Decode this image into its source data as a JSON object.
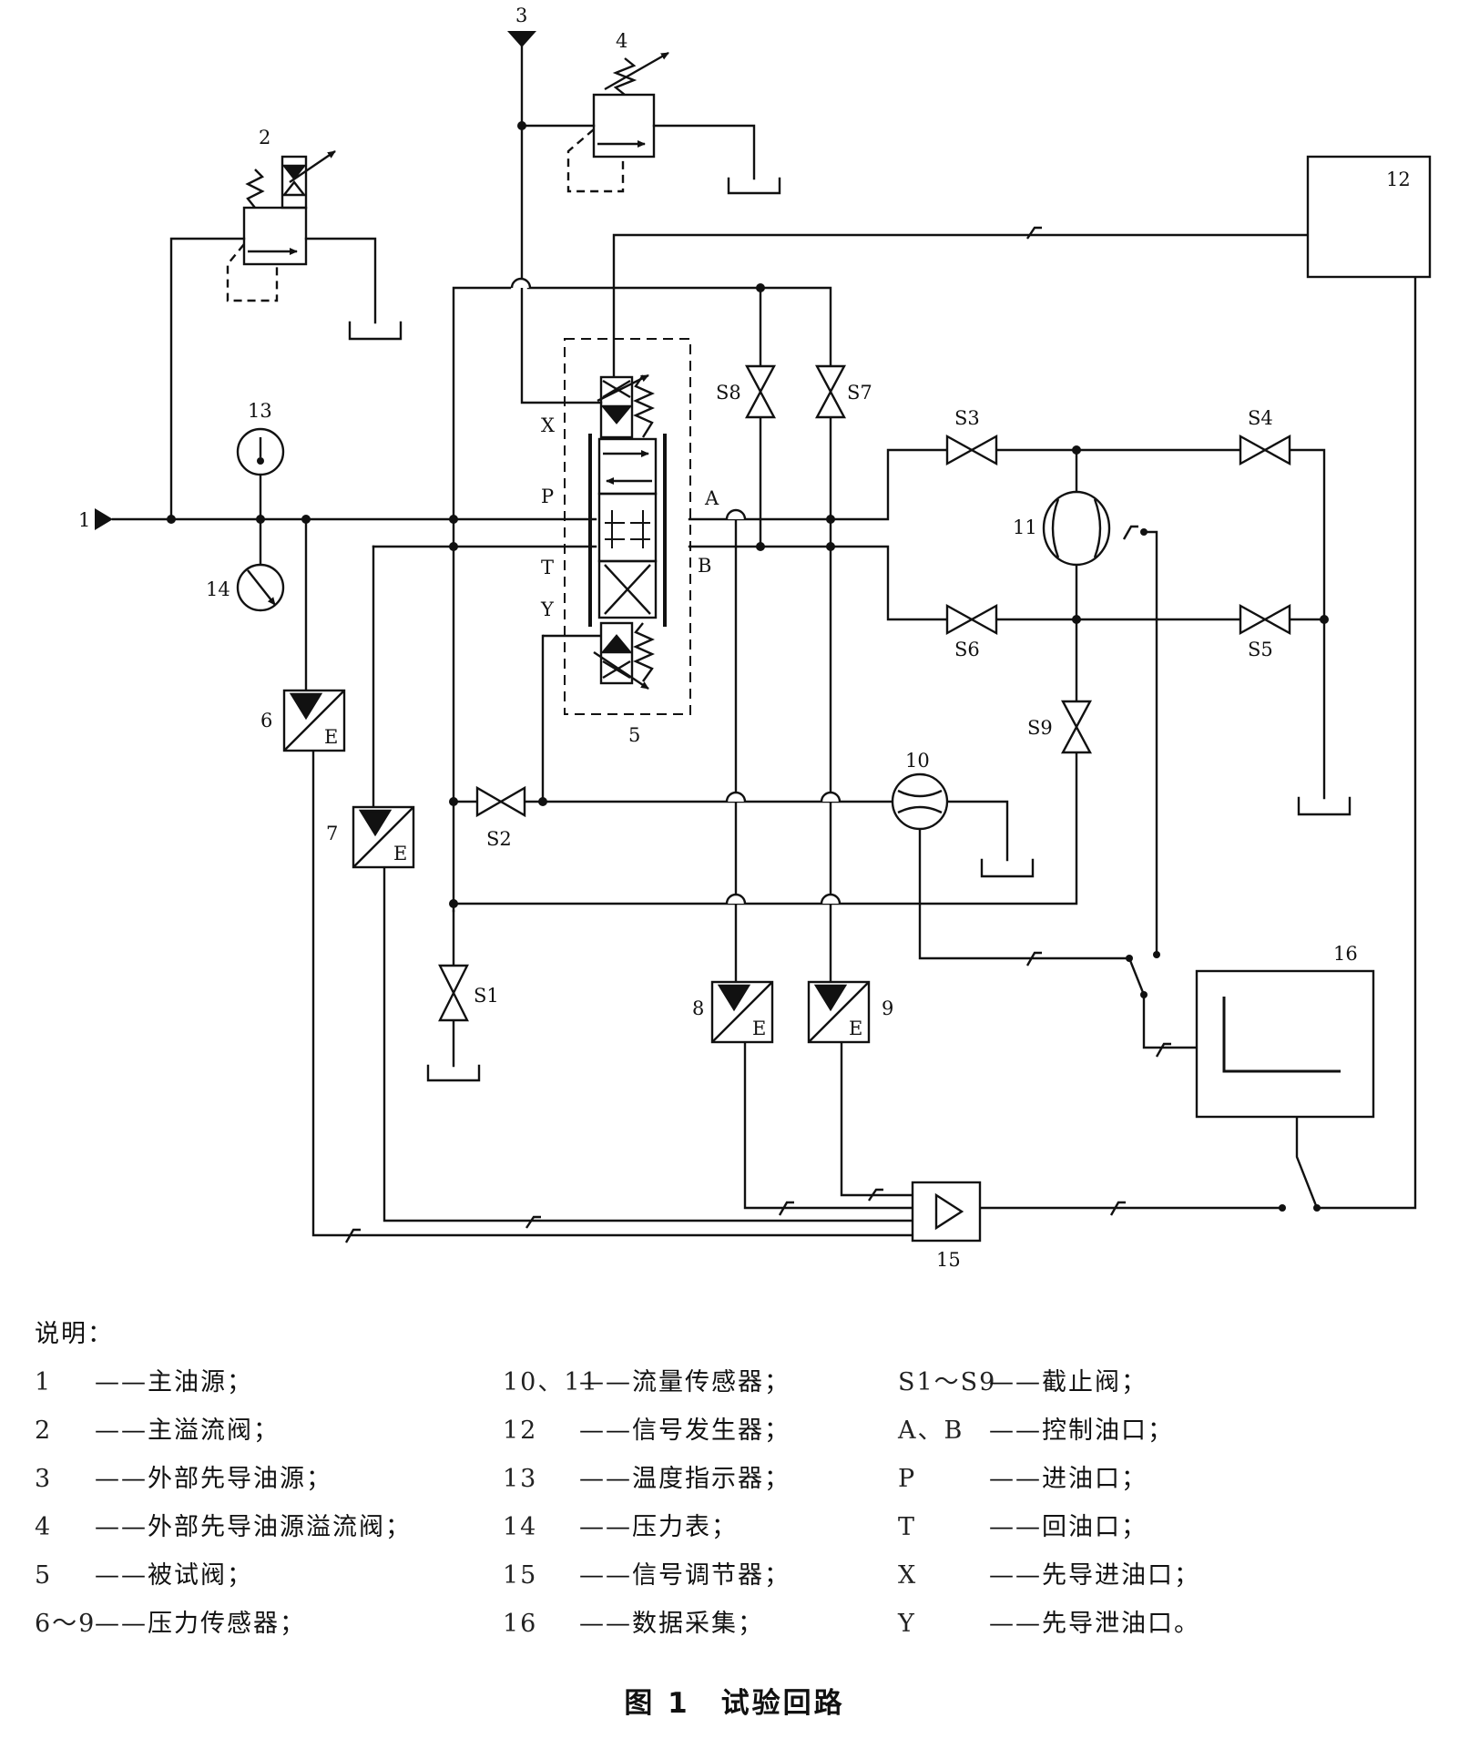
{
  "diagram": {
    "component_numbers": [
      "1",
      "2",
      "3",
      "4",
      "5",
      "6",
      "7",
      "8",
      "9",
      "10",
      "11",
      "12",
      "13",
      "14",
      "15",
      "16"
    ],
    "valve_labels": [
      "S1",
      "S2",
      "S3",
      "S4",
      "S5",
      "S6",
      "S7",
      "S8",
      "S9"
    ],
    "port_labels": {
      "X": "X",
      "P": "P",
      "T": "T",
      "Y": "Y",
      "A": "A",
      "B": "B"
    },
    "transducer_letter": "E"
  },
  "legend": {
    "title": "说明：",
    "col1": [
      {
        "key": "1",
        "desc": "——主油源；"
      },
      {
        "key": "2",
        "desc": "——主溢流阀；"
      },
      {
        "key": "3",
        "desc": "——外部先导油源；"
      },
      {
        "key": "4",
        "desc": "——外部先导油源溢流阀；"
      },
      {
        "key": "5",
        "desc": "——被试阀；"
      },
      {
        "key": "6～9",
        "desc": "——压力传感器；"
      }
    ],
    "col2": [
      {
        "key": "10、11",
        "desc": "——流量传感器；"
      },
      {
        "key": "12",
        "desc": "——信号发生器；"
      },
      {
        "key": "13",
        "desc": "——温度指示器；"
      },
      {
        "key": "14",
        "desc": "——压力表；"
      },
      {
        "key": "15",
        "desc": "——信号调节器；"
      },
      {
        "key": "16",
        "desc": "——数据采集；"
      }
    ],
    "col3": [
      {
        "key": "S1～S9",
        "desc": "——截止阀；"
      },
      {
        "key": "A、B",
        "desc": "——控制油口；"
      },
      {
        "key": "P",
        "desc": "——进油口；"
      },
      {
        "key": "T",
        "desc": "——回油口；"
      },
      {
        "key": "X",
        "desc": "——先导进油口；"
      },
      {
        "key": "Y",
        "desc": "——先导泄油口。"
      }
    ]
  },
  "caption": "图 1　试验回路"
}
